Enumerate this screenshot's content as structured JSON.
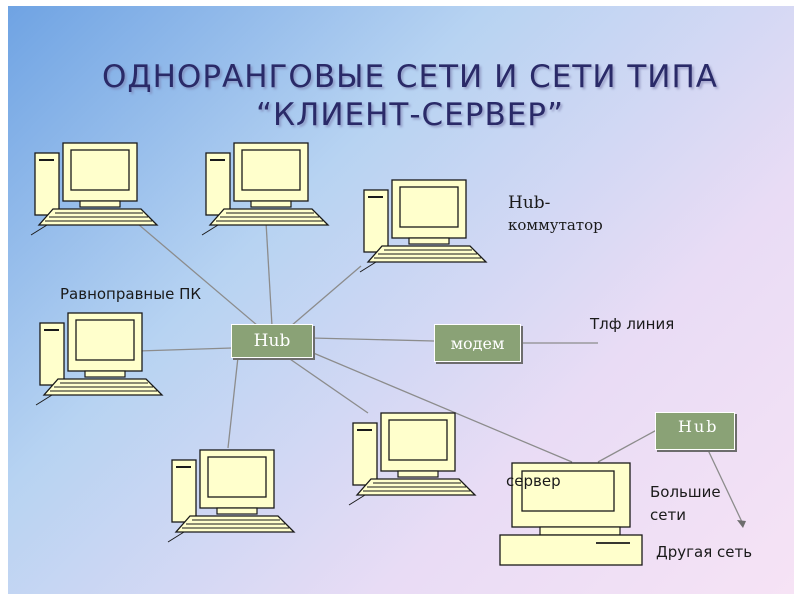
{
  "slide": {
    "title_line1": "ОДНОРАНГОВЫЕ СЕТИ И СЕТИ ТИПА",
    "title_line2": "“КЛИЕНТ-СЕРВЕР”"
  },
  "diagram": {
    "hub_main": "Hub",
    "modem": "модем",
    "hub_small": "Hub",
    "labels": {
      "peer_pcs": "Равноправные ПК",
      "hub_switch_line1": "Hub-",
      "hub_switch_line2": "коммутатор",
      "phone_line": "Тлф линия",
      "server": "сервер",
      "big_networks_line1": "Большие",
      "big_networks_line2": "сети",
      "other_network": "Другая сеть"
    }
  },
  "colors": {
    "box_fill": "#8aa276",
    "computer_fill": "#ffffcc",
    "line": "#8c8c8c",
    "title": "#2a2a68"
  }
}
